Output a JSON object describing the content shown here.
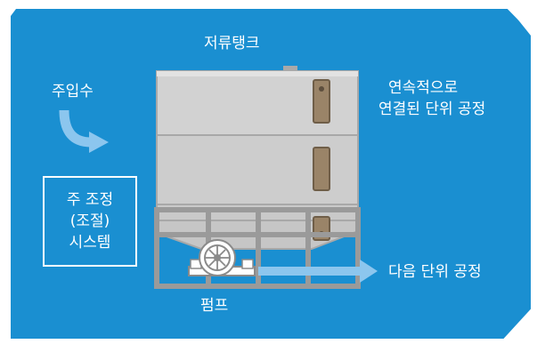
{
  "diagram": {
    "tank_label": "저류탱크",
    "inflow_label": "주입수",
    "connected_process_label": [
      "연속적으로",
      "연결된 단위 공정"
    ],
    "control_system_label": [
      "주 조정",
      "(조절)",
      "시스템"
    ],
    "next_process_label": "다음 단위 공정",
    "pump_label": "펌프"
  },
  "colors": {
    "background": "#1a8fd1",
    "tank_body": "#cfcfcf",
    "tank_frame": "#9a9a9a",
    "arrow": "#8cc6ee",
    "window": "#8a7a66"
  }
}
